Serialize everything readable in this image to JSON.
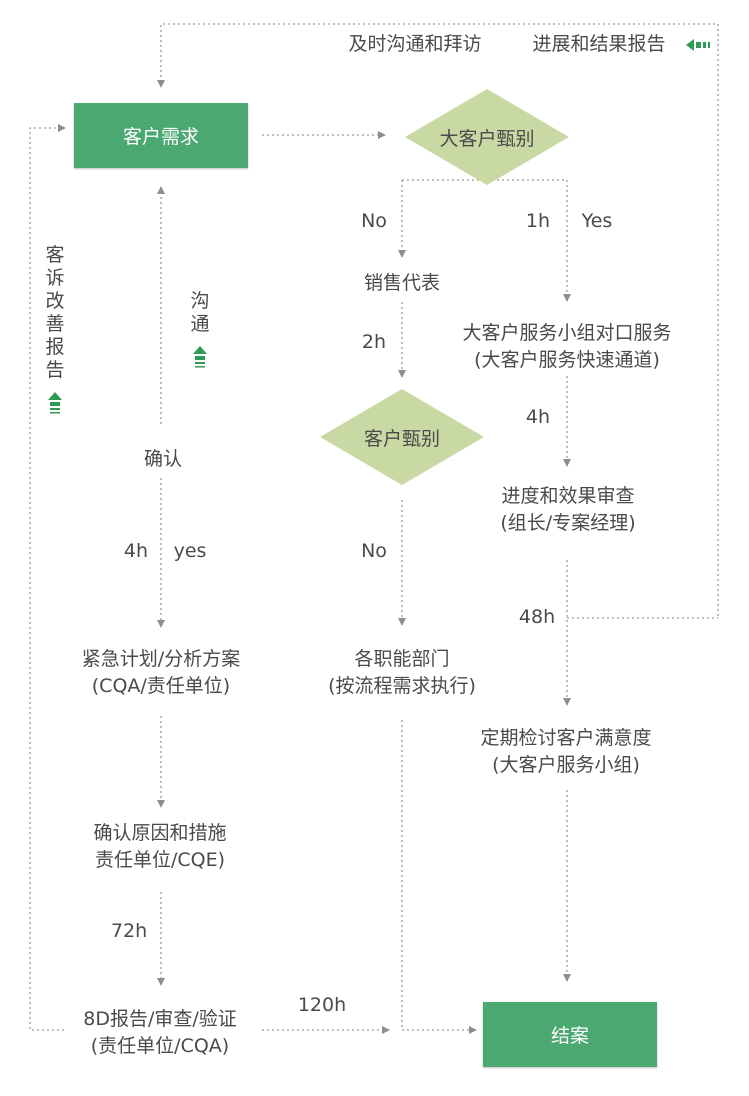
{
  "nodes": {
    "customer_need": "客户需求",
    "big_client_check": "大客户甄别",
    "client_check": "客户甄别",
    "close_case": "结案"
  },
  "labels": {
    "visit_comm": "及时沟通和拜访",
    "progress_report": "进展和结果报告",
    "no1": "No",
    "h1": "1h",
    "yes1": "Yes",
    "sales_rep": "销售代表",
    "h2": "2h",
    "big_client_service_1": "大客户服务小组对口服务",
    "big_client_service_2": "(大客户服务快速通道)",
    "h4a": "4h",
    "progress_review_1": "进度和效果审查",
    "progress_review_2": "(组长/专案经理)",
    "confirm": "确认",
    "h4b": "4h",
    "yes2": "yes",
    "no2": "No",
    "h48": "48h",
    "emergency_1": "紧急计划/分析方案",
    "emergency_2": "(CQA/责任单位)",
    "depts_1": "各职能部门",
    "depts_2": "(按流程需求执行)",
    "satisfaction_1": "定期检讨客户满意度",
    "satisfaction_2": "(大客户服务小组)",
    "cause_1": "确认原因和措施",
    "cause_2": "责任单位/CQE)",
    "h72": "72h",
    "report8d_1": "8D报告/审查/验证",
    "report8d_2": "(责任单位/CQA)",
    "h120": "120h"
  },
  "vertical": {
    "complaint": [
      "客",
      "诉",
      "改",
      "善",
      "报",
      "告"
    ],
    "communicate": [
      "沟",
      "通"
    ]
  },
  "colors": {
    "box": "#4aa870",
    "diamond": "#c9d9a4",
    "line": "#9a9a9a",
    "icon": "#2f9a55"
  },
  "icons": [
    "up-arrow-icon",
    "up-arrow-icon",
    "left-arrow-icon"
  ]
}
